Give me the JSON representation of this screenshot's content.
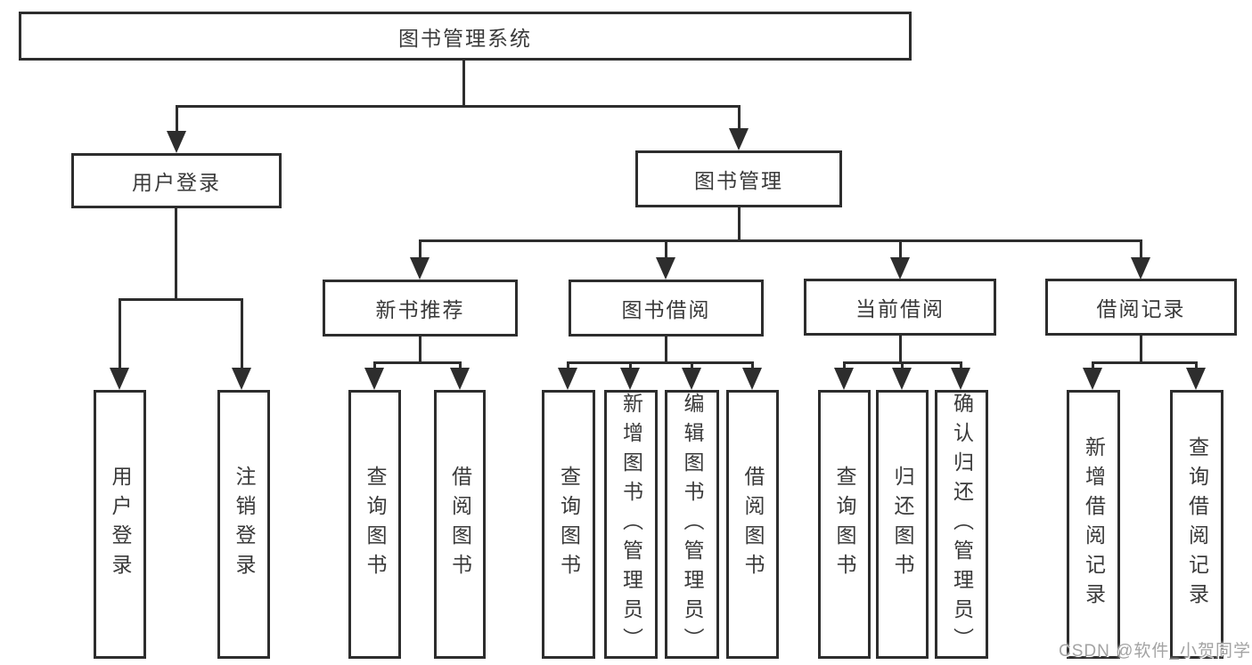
{
  "colors": {
    "line": "#2d2d2d",
    "background": "#ffffff",
    "text": "#3a3a3a",
    "watermark": "#a3a3a3"
  },
  "nodes": {
    "root": "图书管理系统",
    "level2": [
      {
        "label": "用户登录"
      },
      {
        "label": "图书管理"
      }
    ],
    "level3": [
      {
        "label": "新书推荐",
        "parent": "图书管理"
      },
      {
        "label": "图书借阅",
        "parent": "图书管理"
      },
      {
        "label": "当前借阅",
        "parent": "图书管理"
      },
      {
        "label": "借阅记录",
        "parent": "图书管理"
      }
    ],
    "leaves": [
      {
        "label": "用户登录",
        "parent": "用户登录"
      },
      {
        "label": "注销登录",
        "parent": "用户登录"
      },
      {
        "label": "查询图书",
        "parent": "新书推荐"
      },
      {
        "label": "借阅图书",
        "parent": "新书推荐"
      },
      {
        "label": "查询图书",
        "parent": "图书借阅"
      },
      {
        "label": "新增图书（管理员）",
        "parent": "图书借阅"
      },
      {
        "label": "编辑图书（管理员）",
        "parent": "图书借阅"
      },
      {
        "label": "借阅图书",
        "parent": "图书借阅"
      },
      {
        "label": "查询图书",
        "parent": "当前借阅"
      },
      {
        "label": "归还图书",
        "parent": "当前借阅"
      },
      {
        "label": "确认归还（管理员）",
        "parent": "当前借阅"
      },
      {
        "label": "新增借阅记录",
        "parent": "借阅记录"
      },
      {
        "label": "查询借阅记录",
        "parent": "借阅记录"
      }
    ]
  },
  "watermark": "CSDN @软件_小贺同学"
}
